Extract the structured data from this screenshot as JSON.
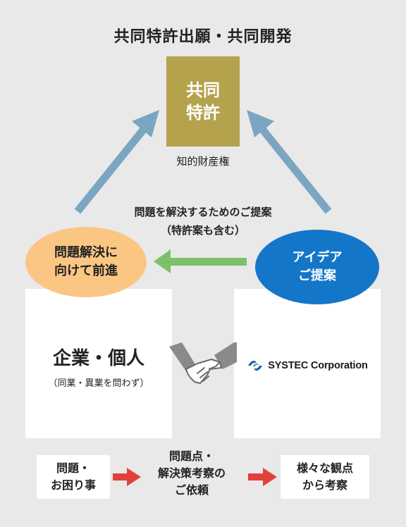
{
  "title": "共同特許出願・共同開発",
  "patent": {
    "line1": "共同",
    "line2": "特許",
    "label": "知的財産権"
  },
  "proposal": {
    "line1": "問題を解決するためのご提案",
    "line2": "（特許案も含む）"
  },
  "left_circle": {
    "line1": "問題解決に",
    "line2": "向けて前進"
  },
  "right_circle": {
    "line1": "アイデア",
    "line2": "ご提案"
  },
  "left_panel": {
    "main": "企業・個人",
    "sub": "（同業・異業を問わず）"
  },
  "right_panel": {
    "company": "SYSTEC Corporation"
  },
  "flow": {
    "box1": {
      "line1": "問題・",
      "line2": "お困り事"
    },
    "box2": {
      "line1": "問題点・",
      "line2": "解決策考察の",
      "line3": "ご依頼"
    },
    "box3": {
      "line1": "様々な観点",
      "line2": "から考察"
    }
  },
  "colors": {
    "background": "#e9e9e9",
    "patent_box": "#b4a24d",
    "arrow_blue": "#7aa6c2",
    "arrow_green": "#7cc06a",
    "arrow_red": "#e0413b",
    "circle_orange": "#fbc683",
    "circle_blue": "#1476c9",
    "hands_gray": "#8a8a8a"
  }
}
